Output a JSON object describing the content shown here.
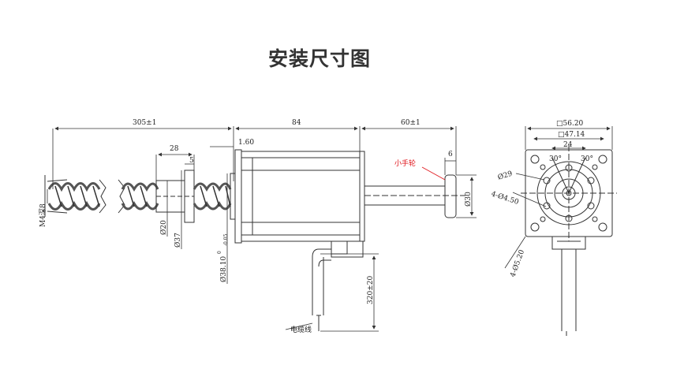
{
  "title": "安装尺寸图",
  "dims": {
    "d305": "305±1",
    "d84": "84",
    "d60": "60±1",
    "d28": "28",
    "d5": "5",
    "d160": "1.60",
    "d6": "6",
    "d30": "Ø30",
    "d20": "Ø20",
    "d37": "Ø37",
    "d3810": "Ø38.10",
    "tol_top": "0",
    "tol_bot": "-0.05",
    "m4": "M4深8",
    "d320": "320±20",
    "cable": "电缆线",
    "handwheel": "小手轮",
    "sq5620": "□56.20",
    "sq4714": "□47.14",
    "d24": "24",
    "a30l": "30°",
    "a30r": "30°",
    "d29": "Ø29",
    "d450": "4-Ø4.50",
    "d520": "4-Ø5.20"
  },
  "colors": {
    "line": "#333333",
    "accent": "#e0151b"
  }
}
